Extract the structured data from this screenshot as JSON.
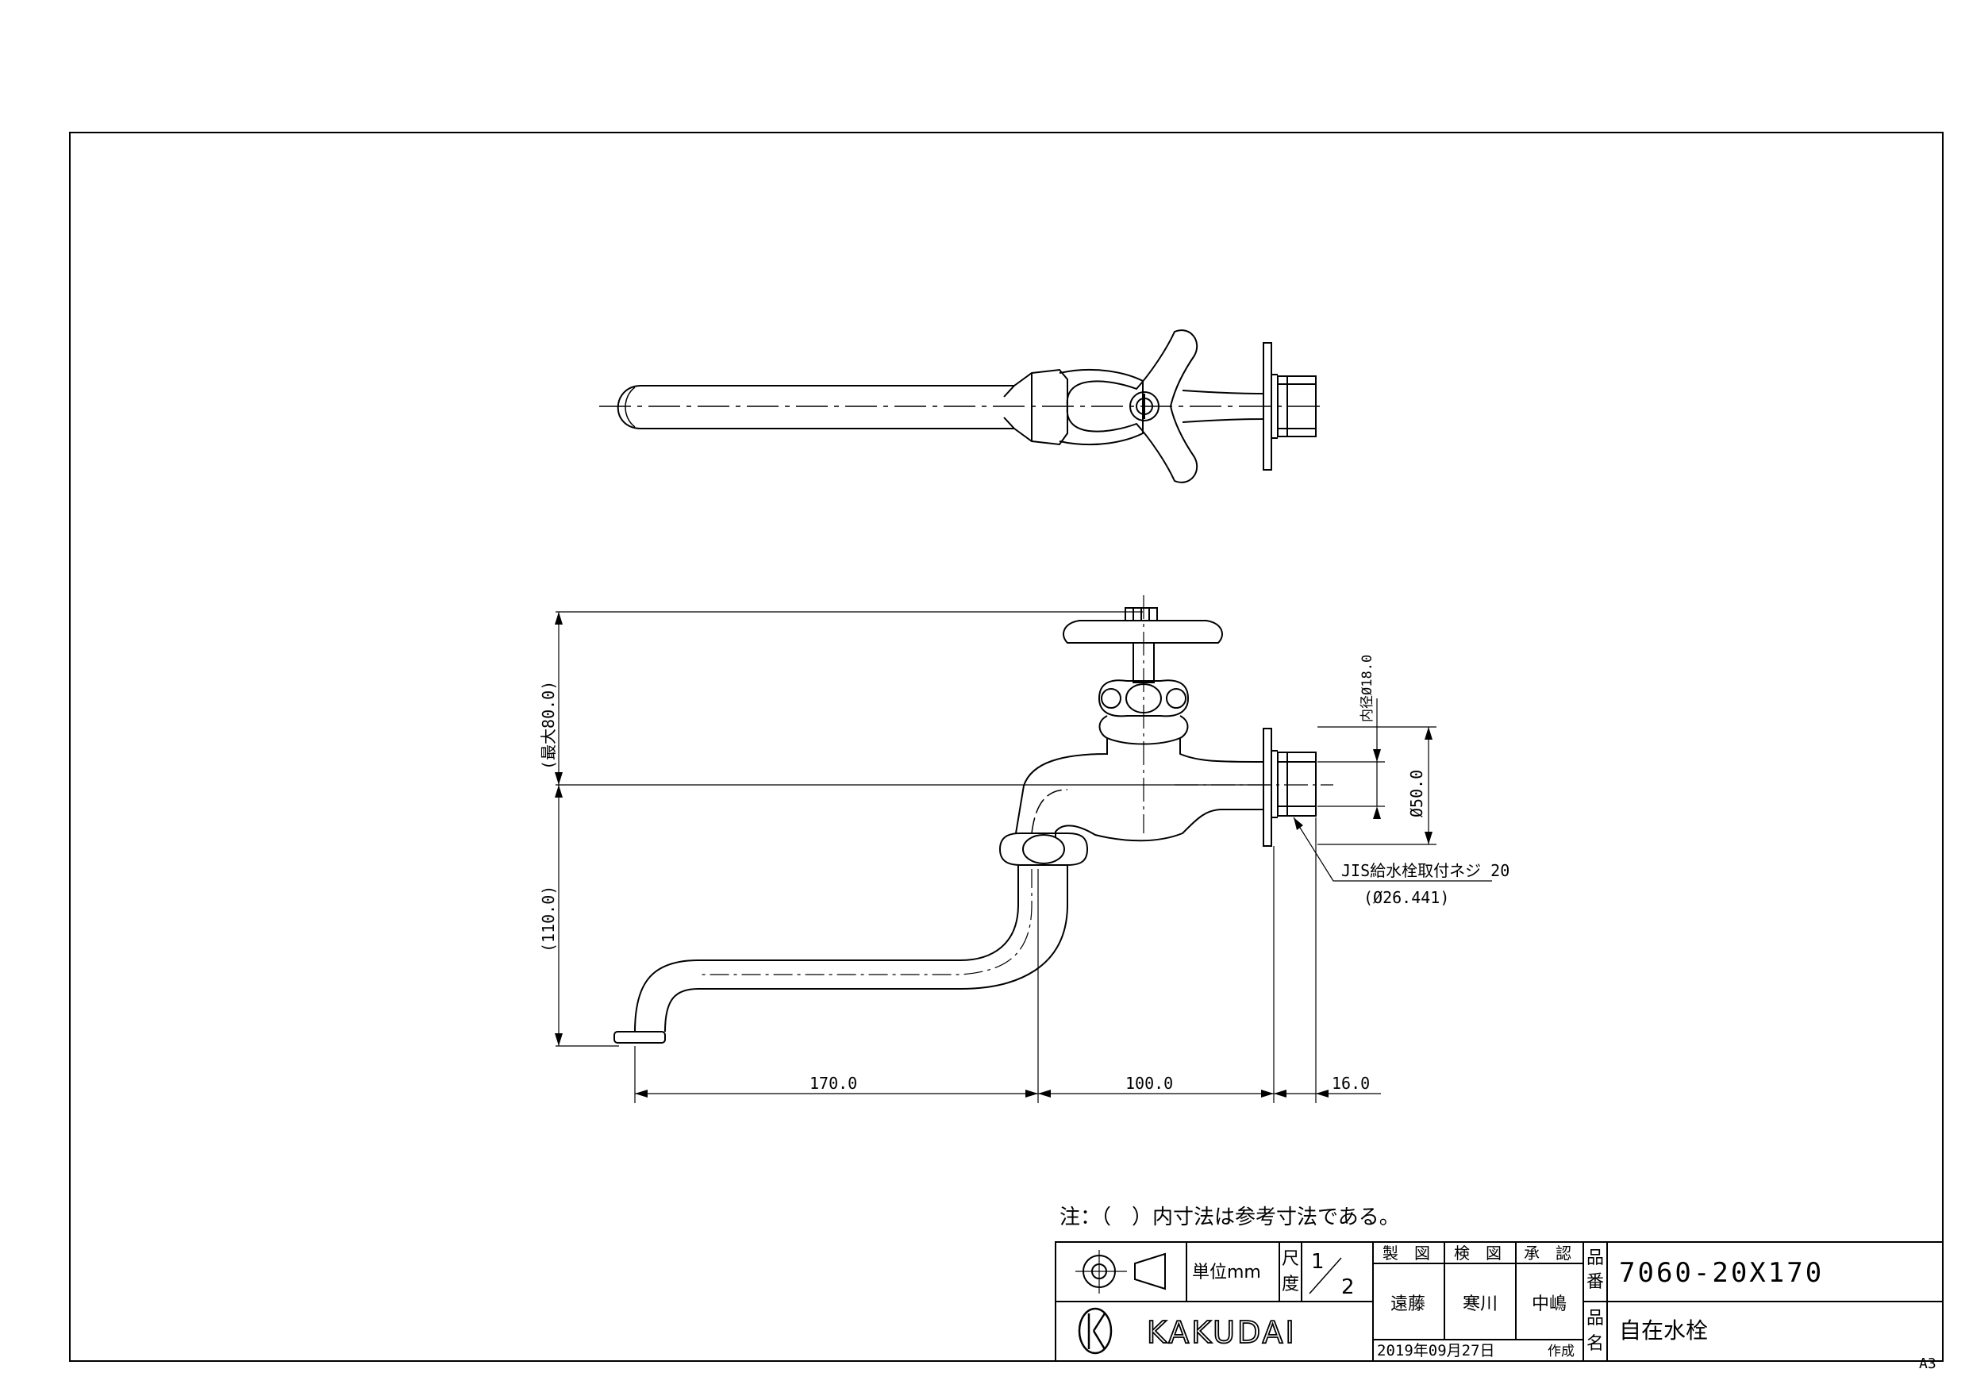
{
  "note": "注：（　）内寸法は参考寸法である。",
  "sheet_size": "A3",
  "dimensions": {
    "d170": "170.0",
    "d100": "100.0",
    "d16": "16.0",
    "d110": "(110.0)",
    "max80": "(最大80.0)",
    "d50": "Ø50.0",
    "inner18": "内径Ø18.0",
    "thread": "JIS給水栓取付ネジ 20",
    "thread_dia": "(Ø26.441)"
  },
  "title_block": {
    "unit_label": "単位mm",
    "scale_label_1": "尺",
    "scale_label_2": "度",
    "scale_num": "1",
    "scale_den": "2",
    "drawn_label": "製　図",
    "checked_label": "検　図",
    "approved_label": "承　認",
    "drawn_name": "遠藤",
    "checked_name": "寒川",
    "approved_name": "中嶋",
    "date": "2019年09月27日",
    "created": "作成",
    "part_no_label_1": "品",
    "part_no_label_2": "番",
    "part_no": "7060-20X170",
    "name_label_1": "品",
    "name_label_2": "名",
    "product_name": "自在水栓",
    "logo_text": "KAKUDAI"
  }
}
